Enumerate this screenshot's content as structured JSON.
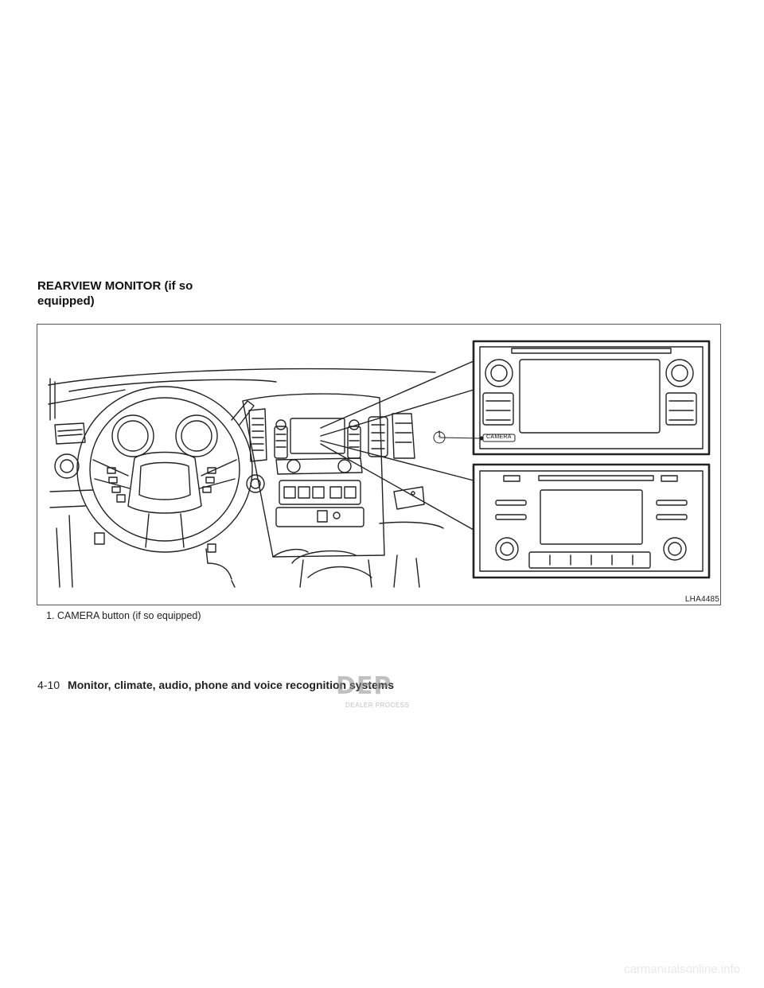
{
  "section_heading": "REARVIEW MONITOR (if so\nequipped)",
  "figure": {
    "code": "LHA4485",
    "callout_number": "1",
    "camera_label": "CAMERA"
  },
  "caption": "1.  CAMERA button (if so equipped)",
  "footer": {
    "page_number": "4-10",
    "section_title": "Monitor, climate, audio, phone and voice recognition systems"
  },
  "watermark": {
    "brand": "DEP",
    "subtext": "DEALER PROCESS"
  },
  "site_mark": "carmanualsonline.info"
}
